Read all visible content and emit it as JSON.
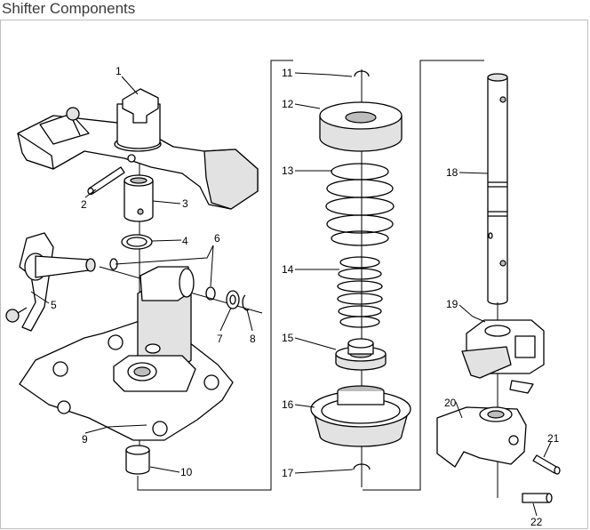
{
  "title": "Shifter Components",
  "callouts": [
    "1",
    "2",
    "3",
    "4",
    "5",
    "6",
    "7",
    "8",
    "9",
    "10",
    "11",
    "12",
    "13",
    "14",
    "15",
    "16",
    "17",
    "18",
    "19",
    "20",
    "21",
    "22"
  ]
}
